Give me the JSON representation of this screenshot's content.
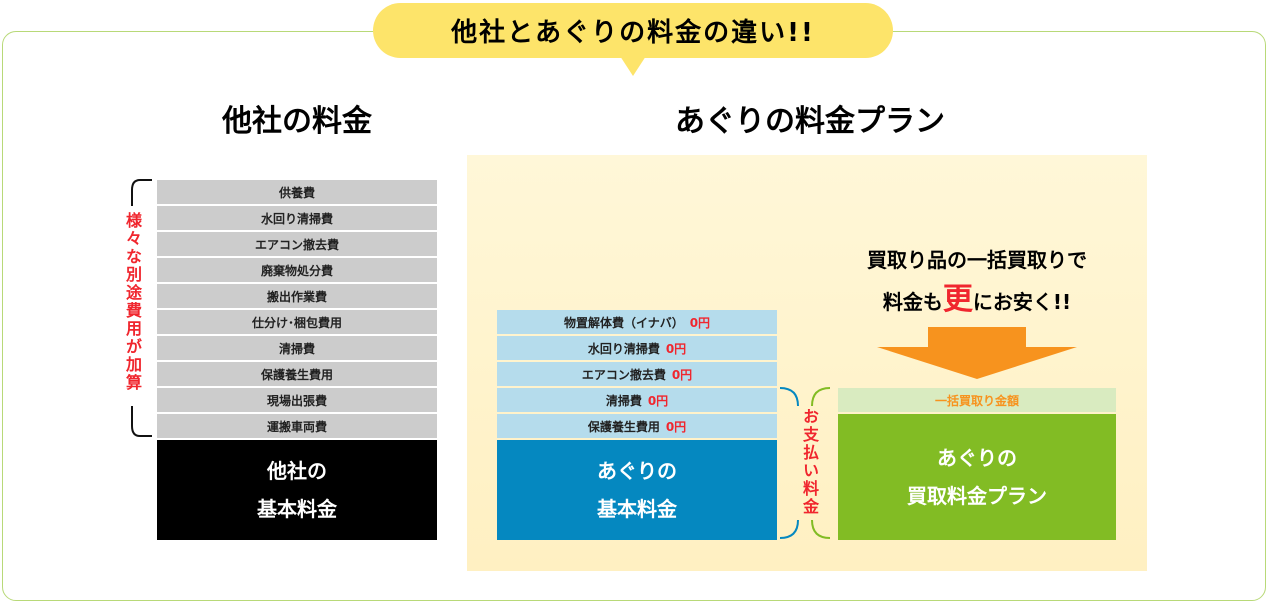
{
  "banner": "他社とあぐりの料金の違い!!",
  "left": {
    "title": "他社の料金",
    "side_label": "様々な別途費用が加算",
    "items": [
      "供養費",
      "水回り清掃費",
      "エアコン撤去費",
      "廃棄物処分費",
      "搬出作業費",
      "仕分け･梱包費用",
      "清掃費",
      "保護養生費用",
      "現場出張費",
      "運搬車両費"
    ],
    "base": "他社の\n基本料金"
  },
  "right": {
    "title": "あぐりの料金プラン",
    "items": [
      {
        "label": "物置解体費（イナバ）",
        "price": "0円"
      },
      {
        "label": "水回り清掃費",
        "price": "0円"
      },
      {
        "label": "エアコン撤去費",
        "price": "0円"
      },
      {
        "label": "清掃費",
        "price": "0円"
      },
      {
        "label": "保護養生費用",
        "price": "0円"
      }
    ],
    "base": "あぐりの\n基本料金",
    "payment_label": "お支払い料金",
    "promo_line1": "買取り品の一括買取りで",
    "promo_pre": "料金も",
    "promo_emph": "更",
    "promo_post": "にお安く!!",
    "bulk_label": "一括買取り金額",
    "plan": "あぐりの\n買取料金プラン"
  },
  "colors": {
    "blue": "#0588c0",
    "green": "#82bc24",
    "orange": "#f7931e",
    "red": "#f0262e",
    "yellow": "#fde46a"
  }
}
